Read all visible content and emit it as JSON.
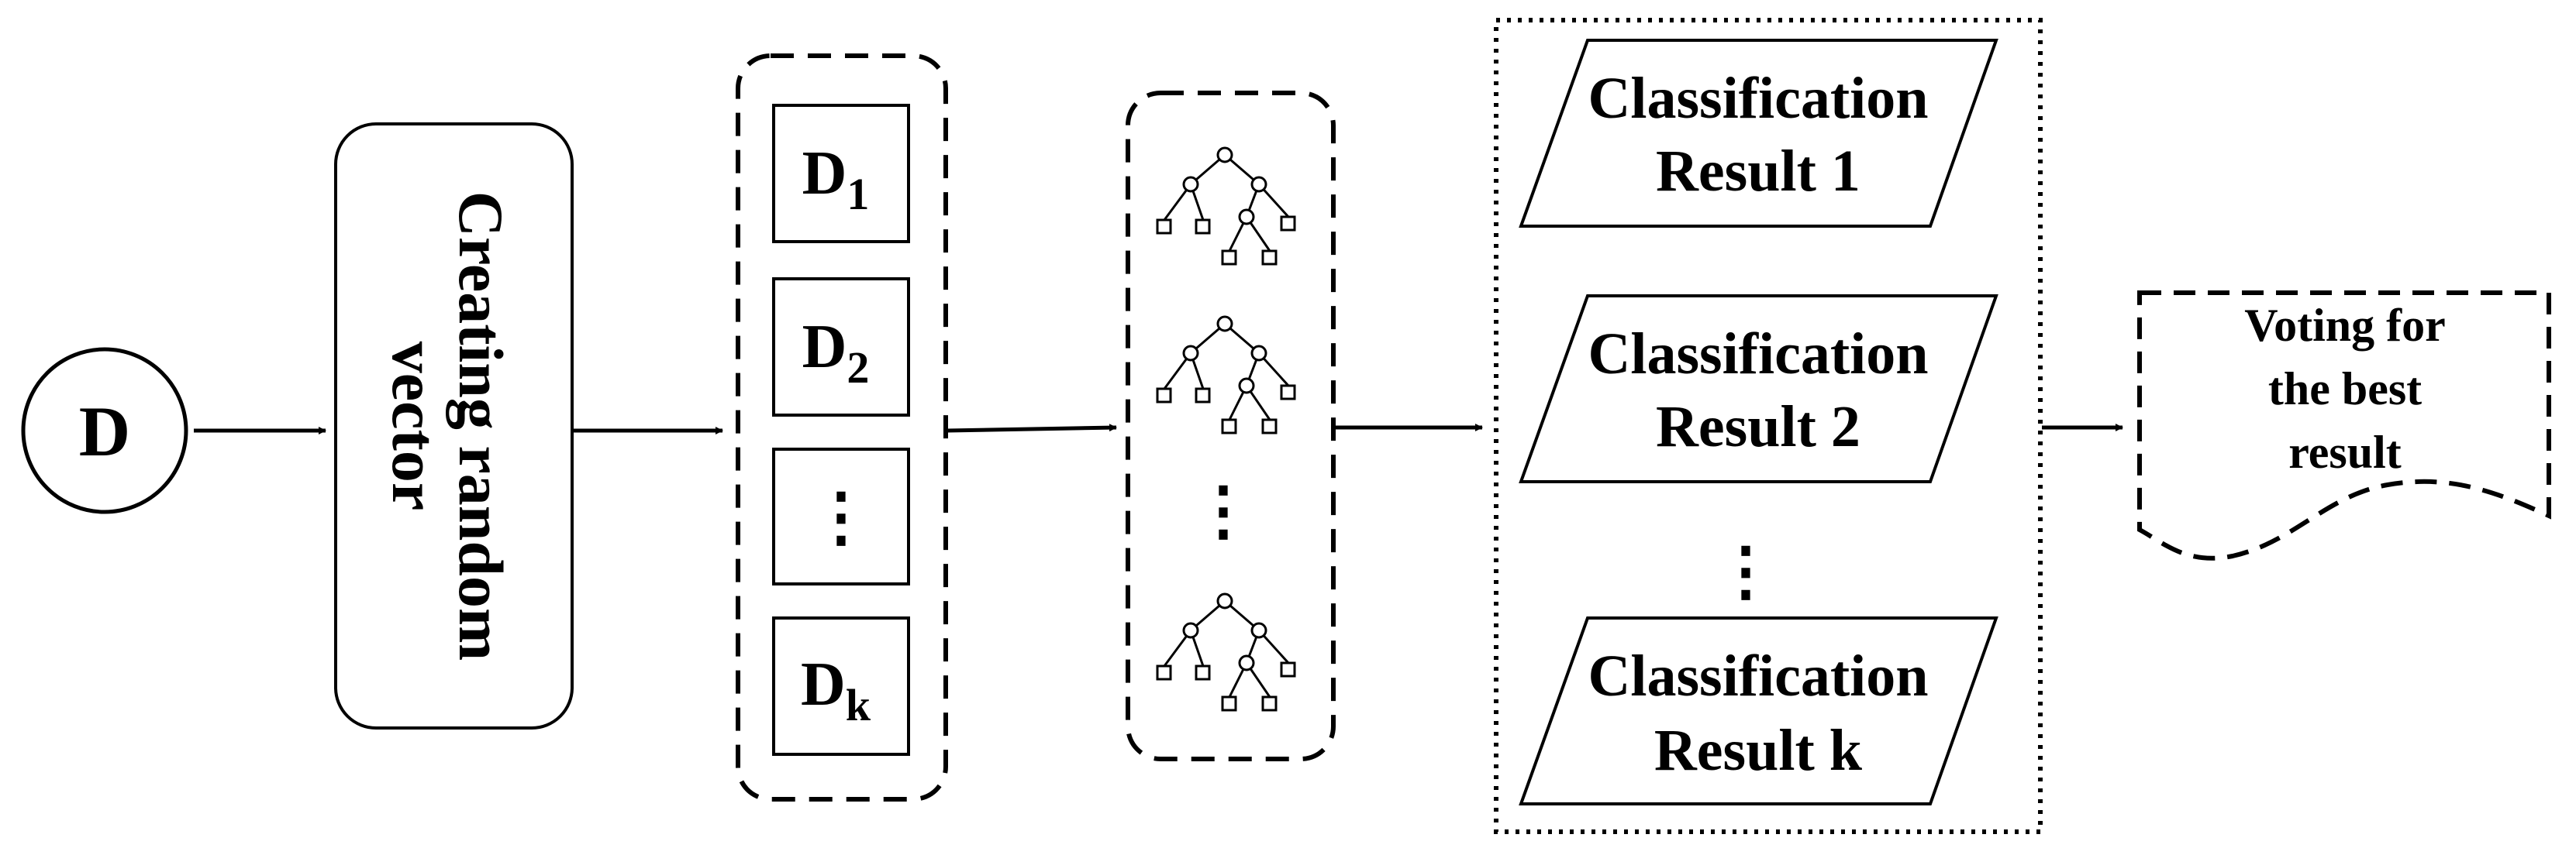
{
  "input": {
    "label": "D"
  },
  "vector_step": {
    "line1": "Creating random",
    "line2": "vector"
  },
  "subsets": [
    {
      "base": "D",
      "sub": "1"
    },
    {
      "base": "D",
      "sub": "2"
    },
    {
      "ellipsis": "⋮"
    },
    {
      "base": "D",
      "sub": "k"
    }
  ],
  "trees": {
    "count_shown": 3,
    "ellipsis": "⋮"
  },
  "results": [
    {
      "line1": "Classification",
      "line2": "Result 1"
    },
    {
      "line1": "Classification",
      "line2": "Result 2"
    },
    {
      "ellipsis": "⋮"
    },
    {
      "line1": "Classification",
      "line2": "Result k"
    }
  ],
  "voting": {
    "line1": "Voting for",
    "line2": "the best",
    "line3": "result"
  }
}
